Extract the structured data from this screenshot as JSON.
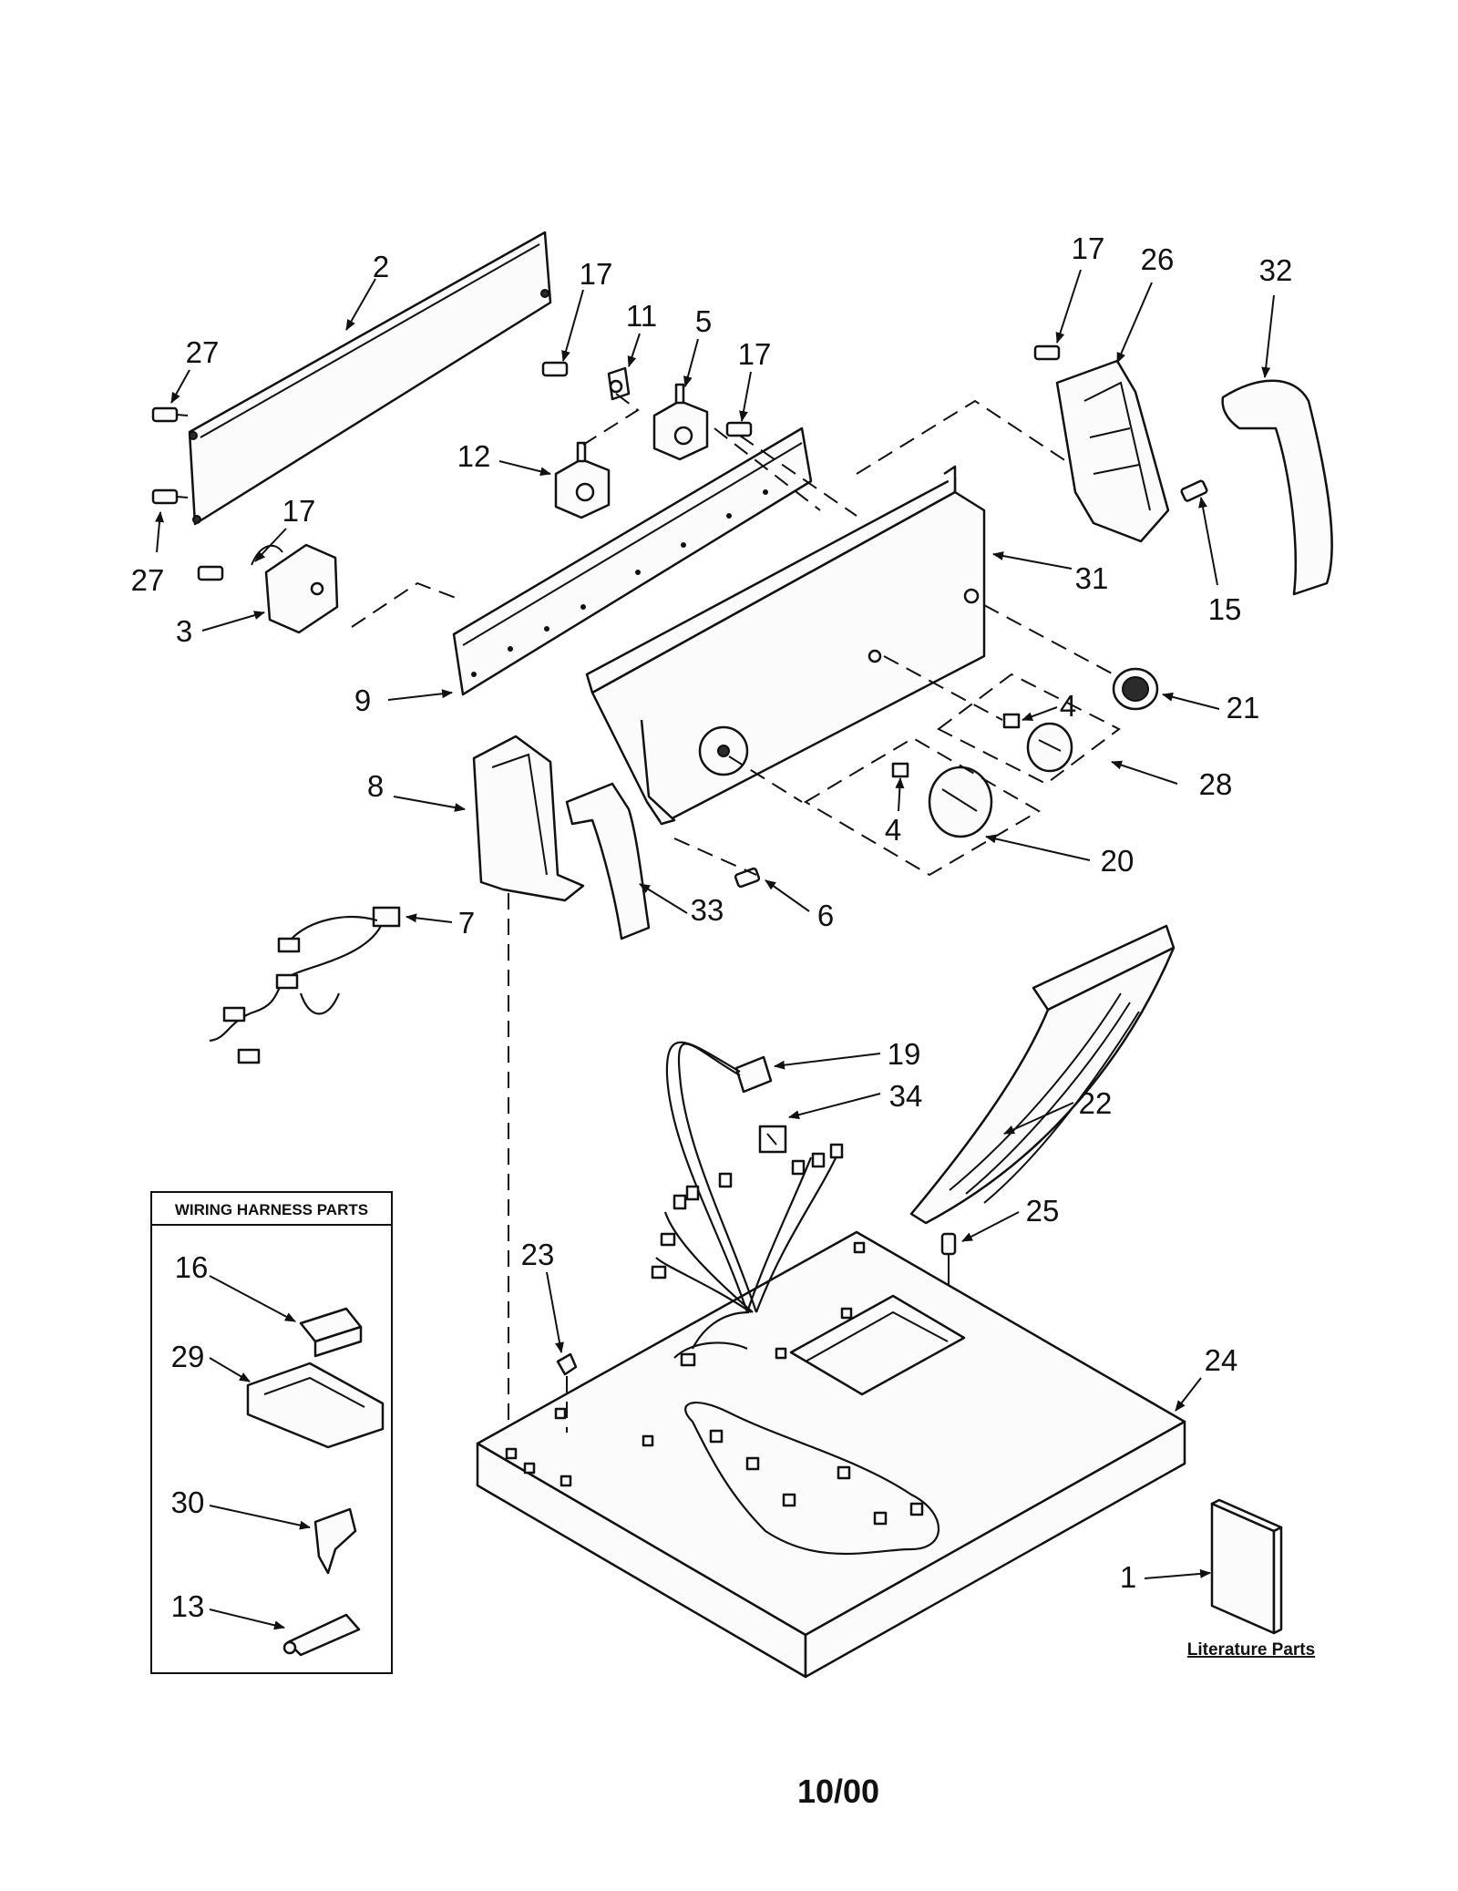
{
  "callouts": [
    "2",
    "27",
    "27",
    "17",
    "11",
    "5",
    "17",
    "12",
    "17",
    "3",
    "9",
    "17",
    "26",
    "32",
    "31",
    "15",
    "21",
    "4",
    "28",
    "4",
    "20",
    "8",
    "7",
    "33",
    "6",
    "19",
    "34",
    "22",
    "23",
    "25",
    "24",
    "16",
    "29",
    "30",
    "13",
    "1"
  ],
  "harness_box": {
    "title": "WIRING HARNESS PARTS"
  },
  "literature": {
    "label": "Literature Parts"
  },
  "footer": {
    "date_code": "10/00"
  }
}
